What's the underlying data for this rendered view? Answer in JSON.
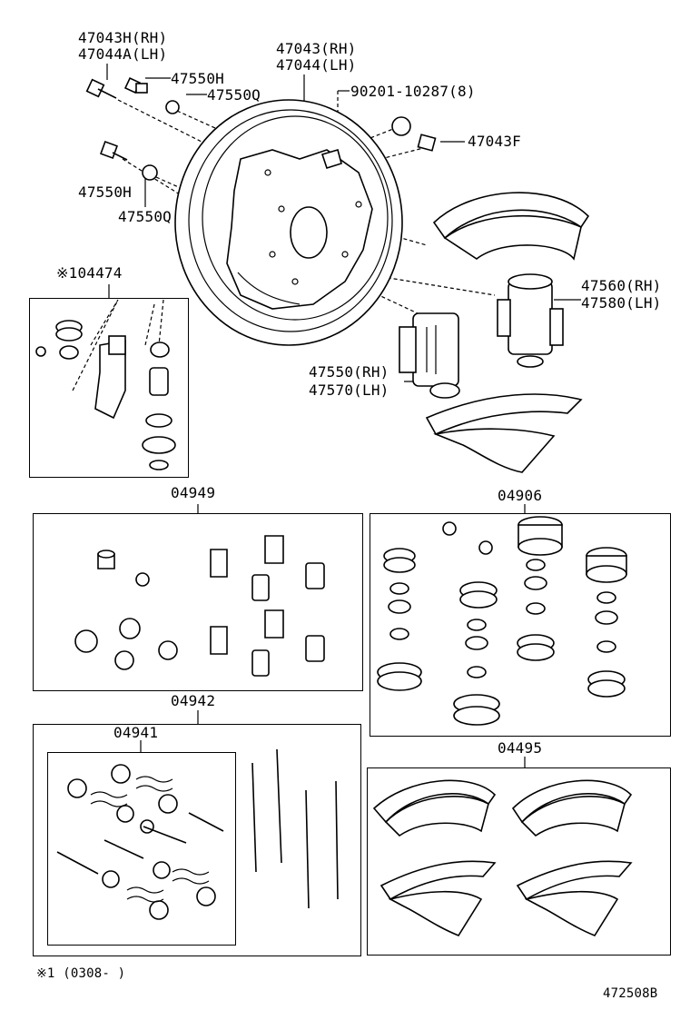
{
  "labels": {
    "p47043H": "47043H(RH)",
    "p47044A": "47044A(LH)",
    "p47043": "47043(RH)",
    "p47044": "47044(LH)",
    "p47550H_top": "47550H",
    "p47550Q_top": "47550Q",
    "p90201": "90201-10287(8)",
    "p47043F": "47043F",
    "p47550H_mid": "47550H",
    "p47550Q_mid": "47550Q",
    "p04474": "※104474",
    "p47560": "47560(RH)",
    "p47580": "47580(LH)",
    "p47550": "47550(RH)",
    "p47570": "47570(LH)",
    "k04949": "04949",
    "k04906": "04906",
    "k04942": "04942",
    "k04941": "04941",
    "k04495": "04495",
    "footnote": "※1 (0308-     )",
    "drawing_id": "472508B"
  }
}
